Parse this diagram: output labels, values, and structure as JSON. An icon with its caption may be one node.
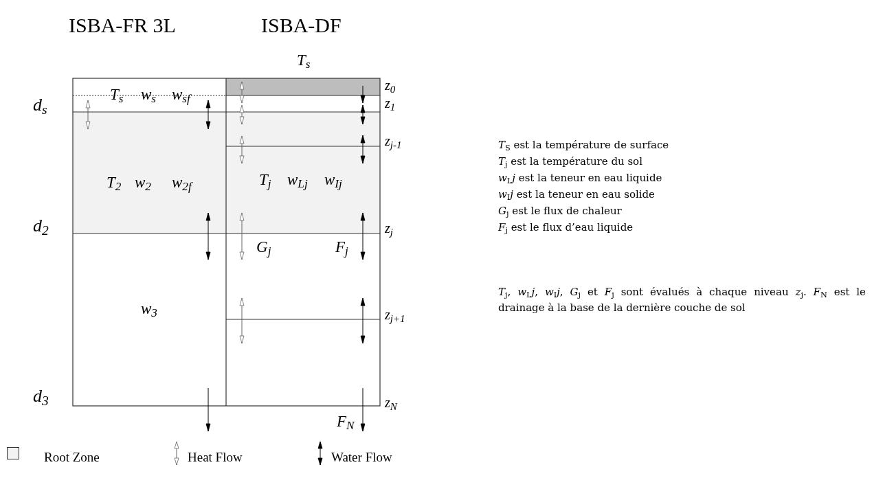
{
  "diagram": {
    "labels": [
      "ISBA-FR 3L",
      "ISBA-DF",
      "T$_{s}$",
      "z$_{0}$",
      "T$_{s}$",
      "w$_{s}$",
      "w$_{sf}$",
      "d$_{s}$",
      "z$_{1}$",
      "z$_{j-1}$",
      "T$_{2}$",
      "w$_{2}$",
      "w$_{2f}$",
      "T$_{j}$",
      "w$_{Lj}$",
      "w$_{Ij}$",
      "d$_{2}$",
      "z$_{j}$",
      "G$_{j}$",
      "F$_{j}$",
      "w$_{3}$",
      "z$_{j+1}$",
      "d$_{3}$",
      "z$_{N}$",
      "F$_{N}$",
      "*T*$_{S}$ est la température de surface",
      "*T*$_{j}$ est la température du sol",
      "*w*$_{L}$*j* est la teneur en eau liquide",
      "*w*$_{I}$*j* est la teneur en eau solide",
      "*G*$_{j}$ est le flux de chaleur",
      "*F*$_{j}$ est le flux d’eau liquide",
      "*T*$_{j}$, *w*$_{L}$*j*, *w*$_{I}$*j*, *G*$_{j}$ et *F*$_{j}$ sont évalués à chaque niveau *z*$_{j}$. *F*$_{N}$ est le drainage à la base de la dernière couche de sol"
    ],
    "legend": [
      {
        "text": "Root Zone",
        "color": "#f2f2f2"
      },
      {
        "text": "Heat Flow"
      },
      {
        "text": "Water Flow"
      }
    ]
  }
}
